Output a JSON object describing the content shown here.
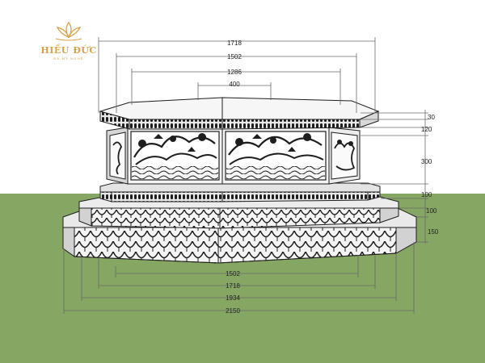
{
  "brand": {
    "name": "HIẾU ĐỨC",
    "subtitle": "ĐÁ MỸ NGHỆ"
  },
  "colors": {
    "sky": "#ffffff",
    "grass": "#86a764",
    "stone_light": "#f3f3f3",
    "stone_mid": "#d9d9d9",
    "stone_dark": "#1e1e1e",
    "dimension_line": "#6a6a6a",
    "brand": "#d8a24a"
  },
  "dimensions": {
    "top": [
      "1718",
      "1502",
      "1286",
      "400"
    ],
    "right": [
      "30",
      "120",
      "300",
      "100",
      "100",
      "150"
    ],
    "bottom": [
      "1502",
      "1718",
      "1934",
      "2150"
    ]
  },
  "icons": [
    "lotus-logo-icon"
  ]
}
